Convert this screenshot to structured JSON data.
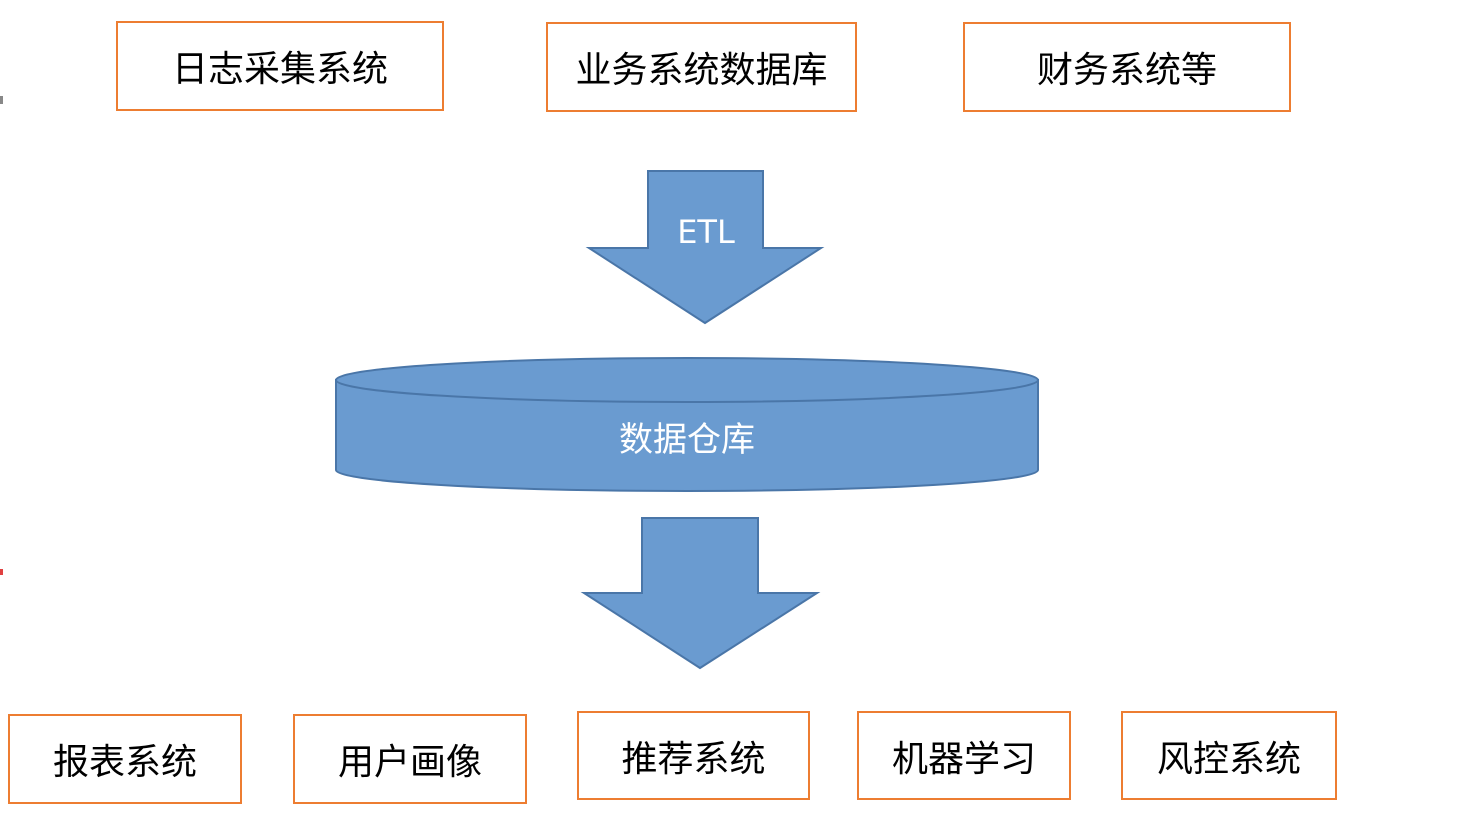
{
  "sources": [
    {
      "id": "src-log",
      "label": "日志采集系统"
    },
    {
      "id": "src-db",
      "label": "业务系统数据库"
    },
    {
      "id": "src-fin",
      "label": "财务系统等"
    }
  ],
  "etl_arrow": {
    "label": "ETL"
  },
  "warehouse": {
    "label": "数据仓库"
  },
  "outputs": [
    {
      "id": "out-report",
      "label": "报表系统"
    },
    {
      "id": "out-user",
      "label": "用户画像"
    },
    {
      "id": "out-rec",
      "label": "推荐系统"
    },
    {
      "id": "out-ml",
      "label": "机器学习"
    },
    {
      "id": "out-risk",
      "label": "风控系统"
    }
  ],
  "colors": {
    "box_border": "#ED7D31",
    "shape_fill": "#6A9BD0",
    "shape_stroke": "#4A76A8",
    "shape_text": "#FFFFFF"
  }
}
